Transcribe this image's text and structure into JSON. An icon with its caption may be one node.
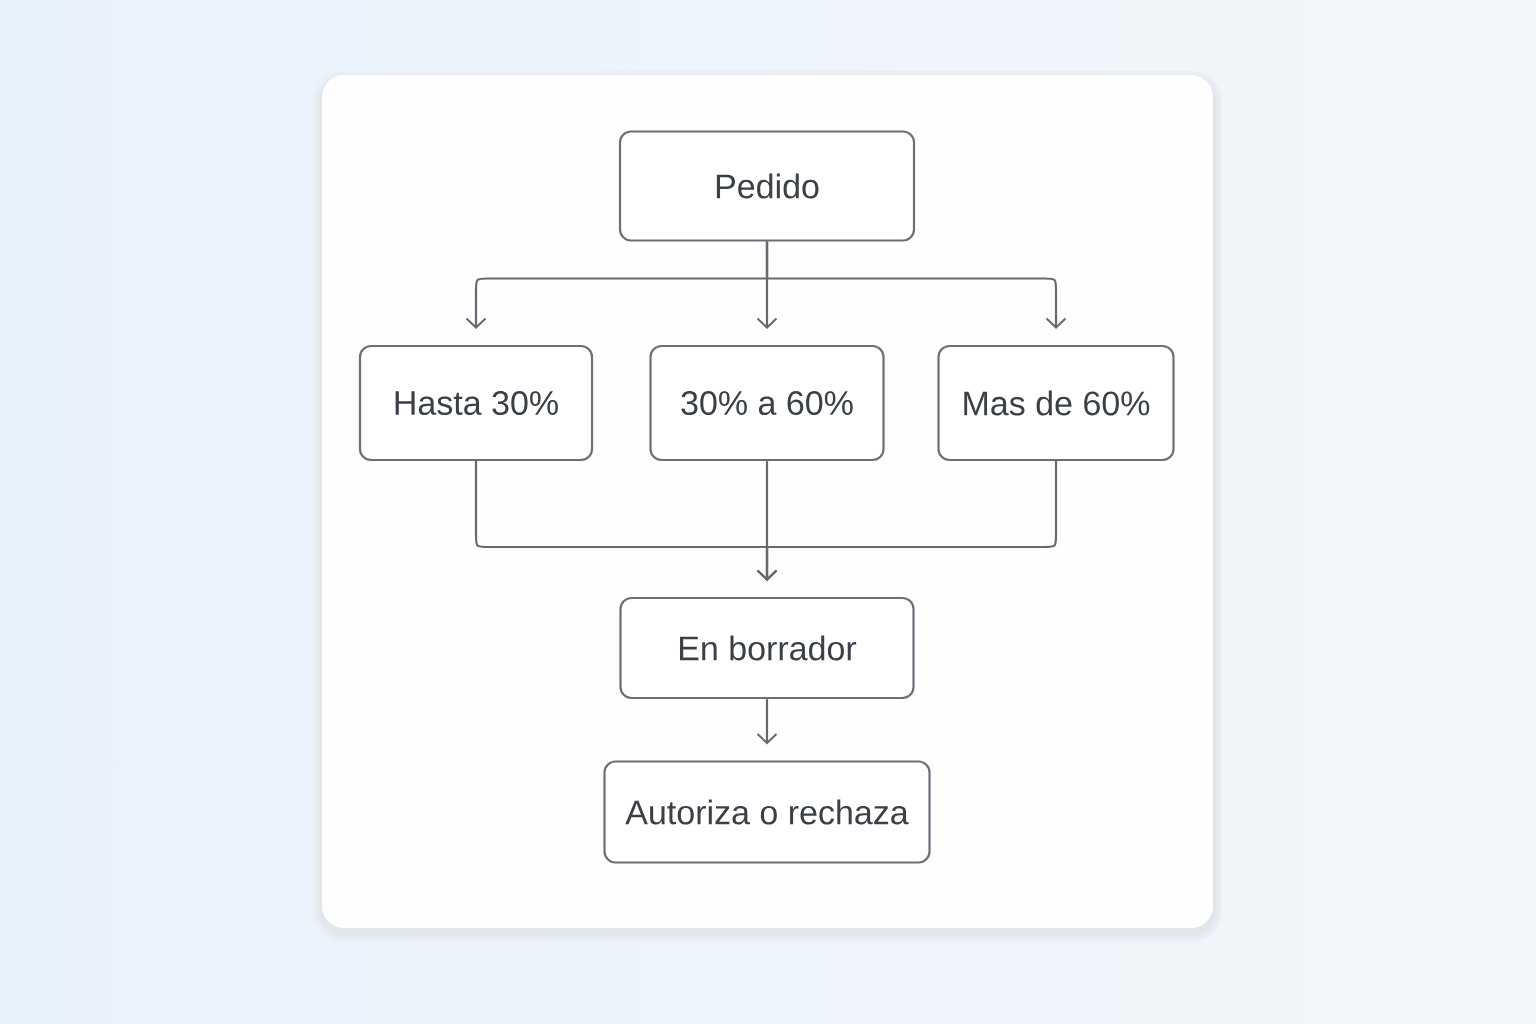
{
  "diagram": {
    "nodes": [
      {
        "text": [
          "Pedido"
        ]
      },
      {
        "text": [
          "Hasta 30%"
        ]
      },
      {
        "text": [
          "30% a 60%"
        ]
      },
      {
        "text": [
          "Mas de 60%"
        ]
      },
      {
        "text": [
          "En borrador"
        ]
      },
      {
        "text": [
          "Autoriza o rechaza"
        ]
      }
    ],
    "edges": [
      {
        "from": 0,
        "to": 1,
        "arrow": "to"
      },
      {
        "from": 0,
        "to": 2,
        "arrow": "to"
      },
      {
        "from": 0,
        "to": 3,
        "arrow": "to"
      },
      {
        "from": 1,
        "to": 4,
        "arrow": "to"
      },
      {
        "from": 2,
        "to": 4,
        "arrow": "to"
      },
      {
        "from": 3,
        "to": 4,
        "arrow": "to"
      },
      {
        "from": 4,
        "to": 5,
        "arrow": "to"
      }
    ]
  }
}
